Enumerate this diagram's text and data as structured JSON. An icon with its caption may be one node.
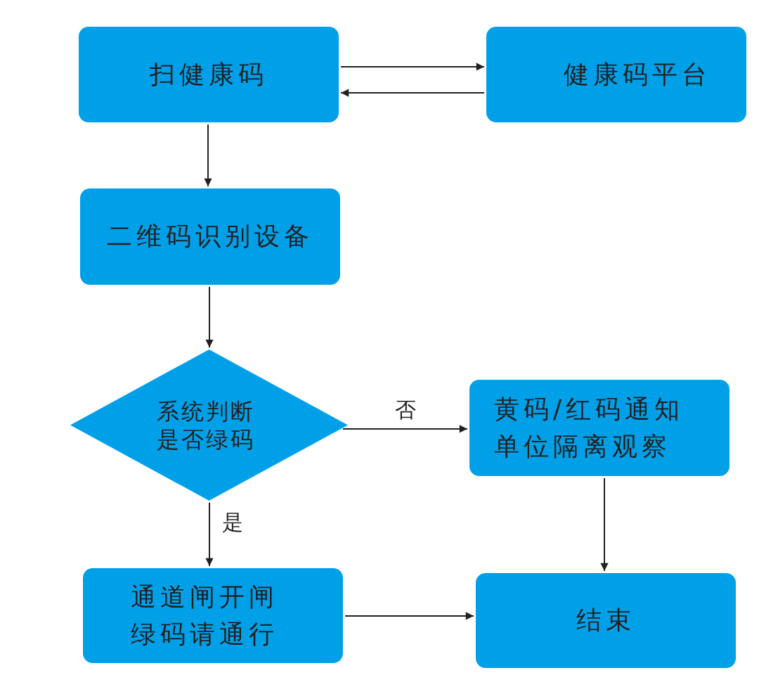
{
  "diagram": {
    "nodes": [
      {
        "text": [
          "扫健康码"
        ]
      },
      {
        "text": [
          "健康码平台"
        ]
      },
      {
        "text": [
          "二维码识别设备"
        ]
      },
      {
        "text": [
          "系统判断是否绿码"
        ]
      },
      {
        "text": [
          "黄码/红码通知单位隔离观察"
        ]
      },
      {
        "text": [
          "通道闸开闸绿码请通行"
        ]
      },
      {
        "text": [
          "结束"
        ]
      }
    ],
    "edges": [
      {
        "from": 0,
        "to": 1,
        "arrow": "to"
      },
      {
        "from": 1,
        "to": 0,
        "arrow": "to"
      },
      {
        "from": 0,
        "to": 2,
        "arrow": "to"
      },
      {
        "from": 2,
        "to": 3,
        "arrow": "to"
      },
      {
        "from": 3,
        "to": 4,
        "arrow": "to",
        "label": "否"
      },
      {
        "from": 3,
        "to": 5,
        "arrow": "to",
        "label": "是"
      },
      {
        "from": 4,
        "to": 6,
        "arrow": "to"
      },
      {
        "from": 5,
        "to": 6,
        "arrow": "to"
      }
    ]
  }
}
